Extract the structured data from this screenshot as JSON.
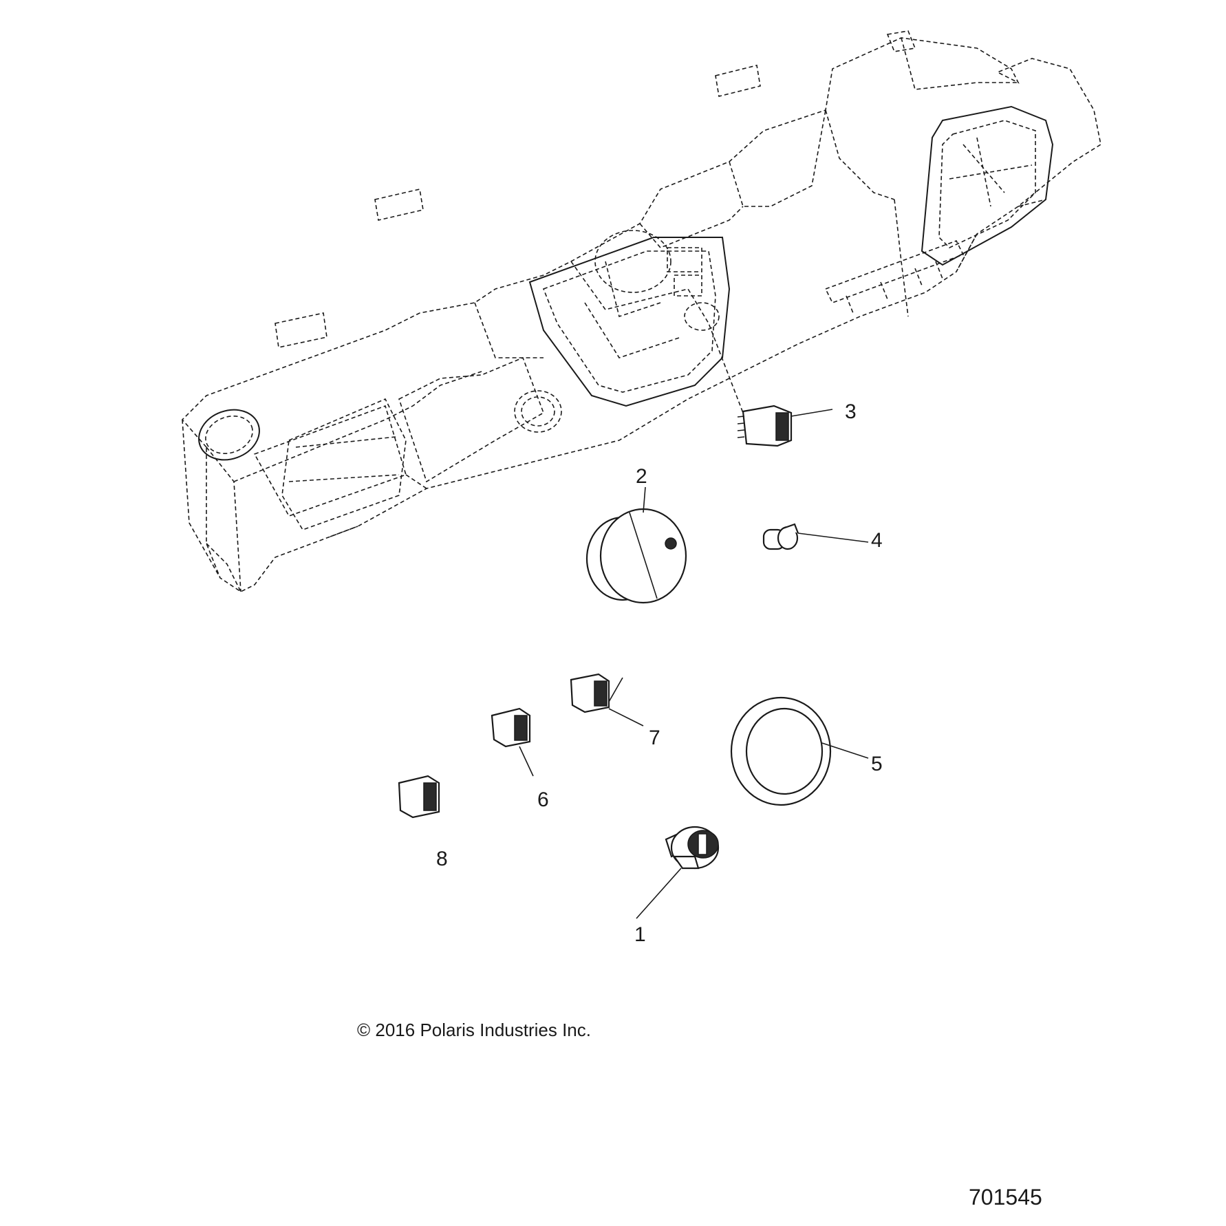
{
  "callouts": [
    {
      "id": "1",
      "label": "1"
    },
    {
      "id": "2",
      "label": "2"
    },
    {
      "id": "3",
      "label": "3"
    },
    {
      "id": "4",
      "label": "4"
    },
    {
      "id": "5",
      "label": "5"
    },
    {
      "id": "6",
      "label": "6"
    },
    {
      "id": "7",
      "label": "7"
    },
    {
      "id": "8",
      "label": "8"
    }
  ],
  "copyright": "© 2016 Polaris Industries Inc.",
  "document_number": "701545"
}
